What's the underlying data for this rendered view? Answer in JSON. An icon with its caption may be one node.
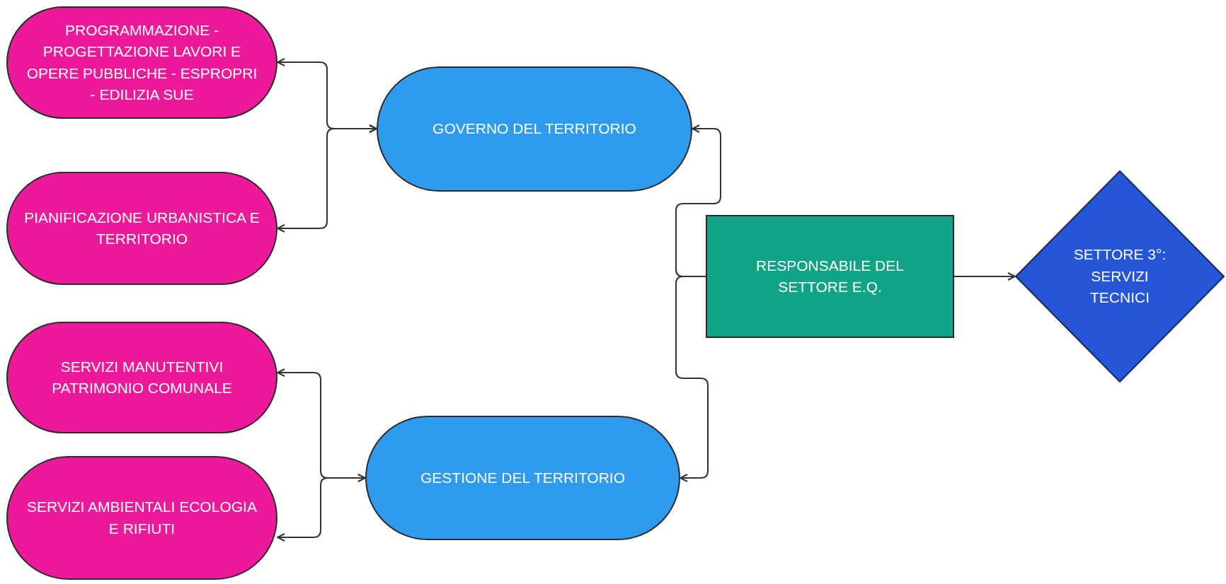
{
  "diagram": {
    "nodes": [
      {
        "text": [
          "PROGRAMMAZIONE - PROGETTAZIONE LAVORI E OPERE PUBBLICHE - ESPROPRI - EDILIZIA SUE"
        ]
      },
      {
        "text": [
          "PIANIFICAZIONE URBANISTICA E TERRITORIO"
        ]
      },
      {
        "text": [
          "SERVIZI MANUTENTIVI PATRIMONIO COMUNALE"
        ]
      },
      {
        "text": [
          "SERVIZI AMBIENTALI ECOLOGIA E RIFIUTI"
        ]
      },
      {
        "text": [
          "GOVERNO DEL TERRITORIO"
        ]
      },
      {
        "text": [
          "GESTIONE DEL TERRITORIO"
        ]
      },
      {
        "text": [
          "RESPONSABILE DEL SETTORE  E.Q."
        ]
      },
      {
        "text": [
          "SETTORE 3°: SERVIZI TECNICI"
        ]
      }
    ],
    "edges": [
      {
        "from": 6,
        "to": 7,
        "arrow": "to"
      },
      {
        "from": 6,
        "to": 4,
        "arrow": "to"
      },
      {
        "from": 6,
        "to": 5,
        "arrow": "to"
      },
      {
        "from": 4,
        "to": 0,
        "arrow": "both"
      },
      {
        "from": 4,
        "to": 1,
        "arrow": "both"
      },
      {
        "from": 5,
        "to": 2,
        "arrow": "both"
      },
      {
        "from": 5,
        "to": 3,
        "arrow": "both"
      }
    ]
  }
}
